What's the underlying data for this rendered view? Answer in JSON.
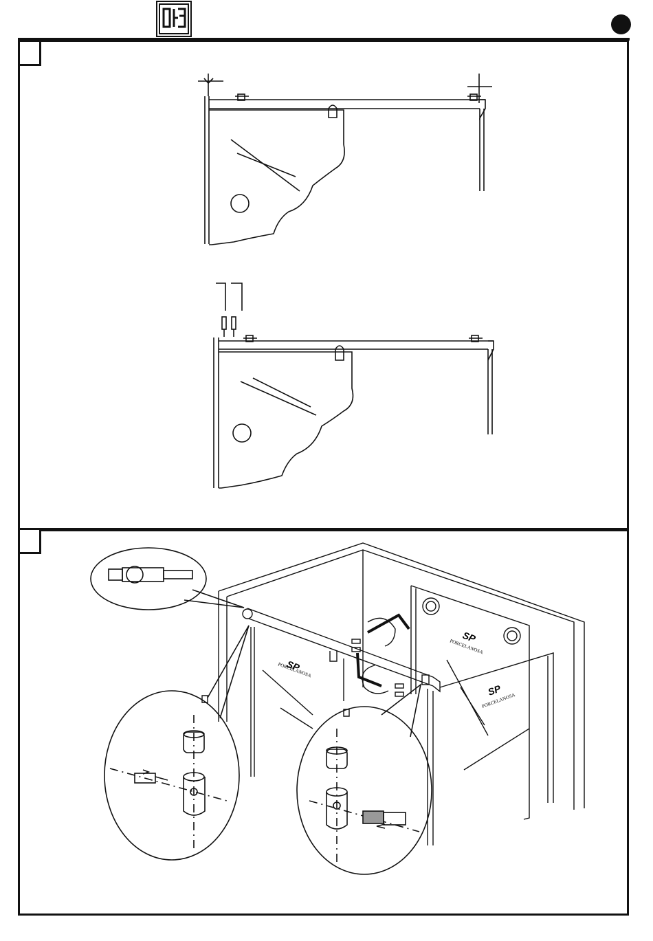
{
  "header": {
    "logo_icon": "manufacturer-monogram-logo",
    "page_marker_icon": "filled-circle-icon"
  },
  "steps": [
    {
      "marker": "",
      "figures": [
        "top-view-rail-alignment",
        "top-view-bracket-tightening"
      ]
    },
    {
      "marker": "",
      "figures": [
        "3d-enclosure-assembly",
        "left-joint-detail",
        "right-joint-detail",
        "callout-top-detail"
      ]
    }
  ],
  "brand_labels": [
    {
      "sp": "SP",
      "name": "PORCELANOSA"
    },
    {
      "sp": "SP",
      "name": "PORCELANOSA"
    },
    {
      "sp": "SP",
      "name": "PORCELANOSA"
    }
  ],
  "icons": [
    "hex-key-icon",
    "rotate-arrow-icon",
    "screw-icon",
    "cylinder-connector-icon",
    "insertion-arrow-icon"
  ]
}
